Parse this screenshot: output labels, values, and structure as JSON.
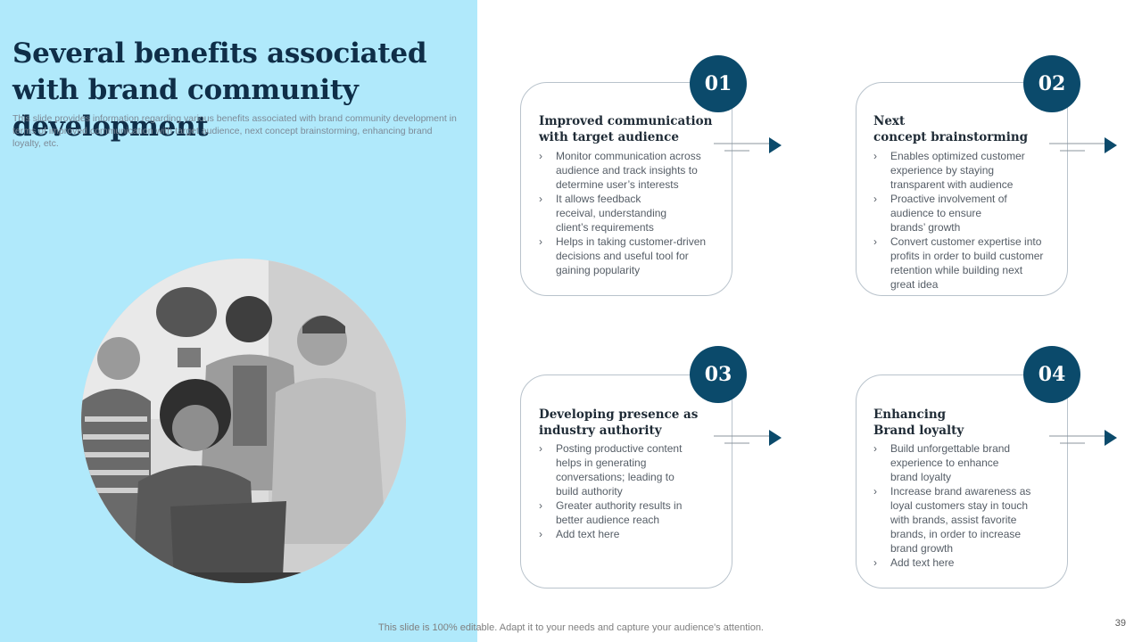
{
  "slide": {
    "title": "Several benefits associated with brand community development",
    "subtitle": "This slide provides information regarding various benefits associated with brand community development in terms of improved communication with target audience, next concept brainstorming, enhancing brand loyalty, etc."
  },
  "cards": [
    {
      "number": "01",
      "title": "Improved communication\nwith target audience",
      "bullets": [
        "Monitor communication across\naudience and track insights to\ndetermine user’s interests",
        "It allows feedback\nreceival, understanding\nclient’s requirements",
        "Helps in taking customer-driven\ndecisions and useful tool for\ngaining popularity"
      ]
    },
    {
      "number": "02",
      "title": "Next\nconcept brainstorming",
      "bullets": [
        "Enables optimized customer\nexperience by staying\ntransparent with audience",
        "Proactive involvement of\naudience to ensure\nbrands’ growth",
        "Convert customer expertise into\nprofits in order to build customer\nretention while building next\ngreat idea"
      ]
    },
    {
      "number": "03",
      "title": "Developing presence as\nindustry authority",
      "bullets": [
        "Posting productive content\nhelps in generating\nconversations; leading to\nbuild authority",
        "Greater authority results in\nbetter audience reach",
        "Add text here"
      ]
    },
    {
      "number": "04",
      "title": "Enhancing\nBrand loyalty",
      "bullets": [
        "Build unforgettable brand\nexperience to enhance\nbrand loyalty",
        "Increase brand awareness as\nloyal customers stay in touch\nwith brands, assist favorite\nbrands, in order to increase\nbrand growth",
        "Add text here"
      ]
    }
  ],
  "footer": {
    "note": "This slide is 100% editable. Adapt it to your needs and capture your audience's attention.",
    "page_number": "39"
  },
  "colors": {
    "left_panel": "#b0e9fb",
    "badge": "#0b4a6b",
    "title_text": "#0f2e48"
  }
}
